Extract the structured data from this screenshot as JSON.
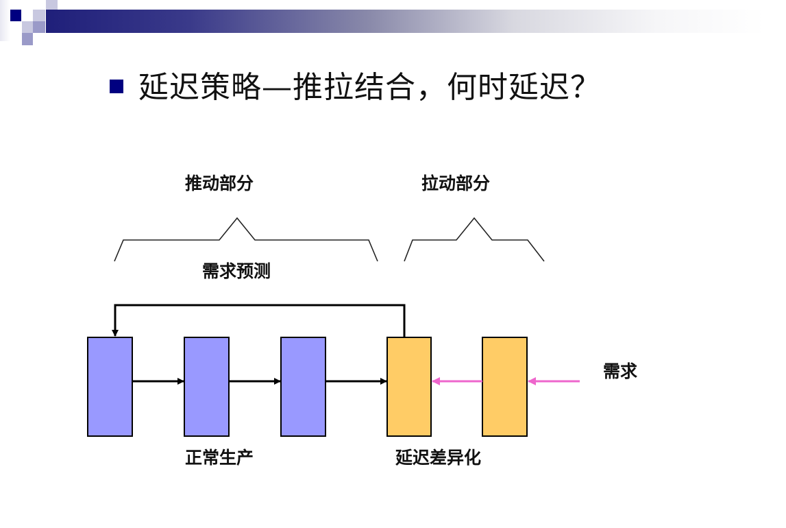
{
  "slide": {
    "title": "延迟策略—推拉结合，何时延迟？",
    "bullet_color": "#000080",
    "header_gradient": [
      "#1f1f7a",
      "#ffffff"
    ]
  },
  "diagram": {
    "labels": {
      "push_part": "推动部分",
      "pull_part": "拉动部分",
      "demand_forecast": "需求预测",
      "demand": "需求",
      "normal_production": "正常生产",
      "postponed_differentiation": "延迟差异化"
    },
    "colors": {
      "push_box": "#9999FF",
      "pull_box": "#FFCC66",
      "push_arrow": "#000000",
      "pull_arrow": "#EE66CC",
      "box_border": "#000000"
    },
    "boxes": [
      {
        "id": "push-stage-1",
        "type": "push"
      },
      {
        "id": "push-stage-2",
        "type": "push"
      },
      {
        "id": "push-stage-3",
        "type": "push"
      },
      {
        "id": "pull-stage-1",
        "type": "pull"
      },
      {
        "id": "pull-stage-2",
        "type": "pull"
      }
    ],
    "flows": [
      {
        "from": "push-stage-1",
        "to": "push-stage-2",
        "color": "black"
      },
      {
        "from": "push-stage-2",
        "to": "push-stage-3",
        "color": "black"
      },
      {
        "from": "push-stage-3",
        "to": "pull-stage-1",
        "color": "black"
      },
      {
        "from": "pull-stage-1",
        "to": "push-stage-1",
        "color": "black",
        "kind": "feedback"
      },
      {
        "from": "pull-stage-2",
        "to": "pull-stage-1",
        "color": "pink"
      },
      {
        "from": "demand",
        "to": "pull-stage-2",
        "color": "pink"
      }
    ]
  }
}
